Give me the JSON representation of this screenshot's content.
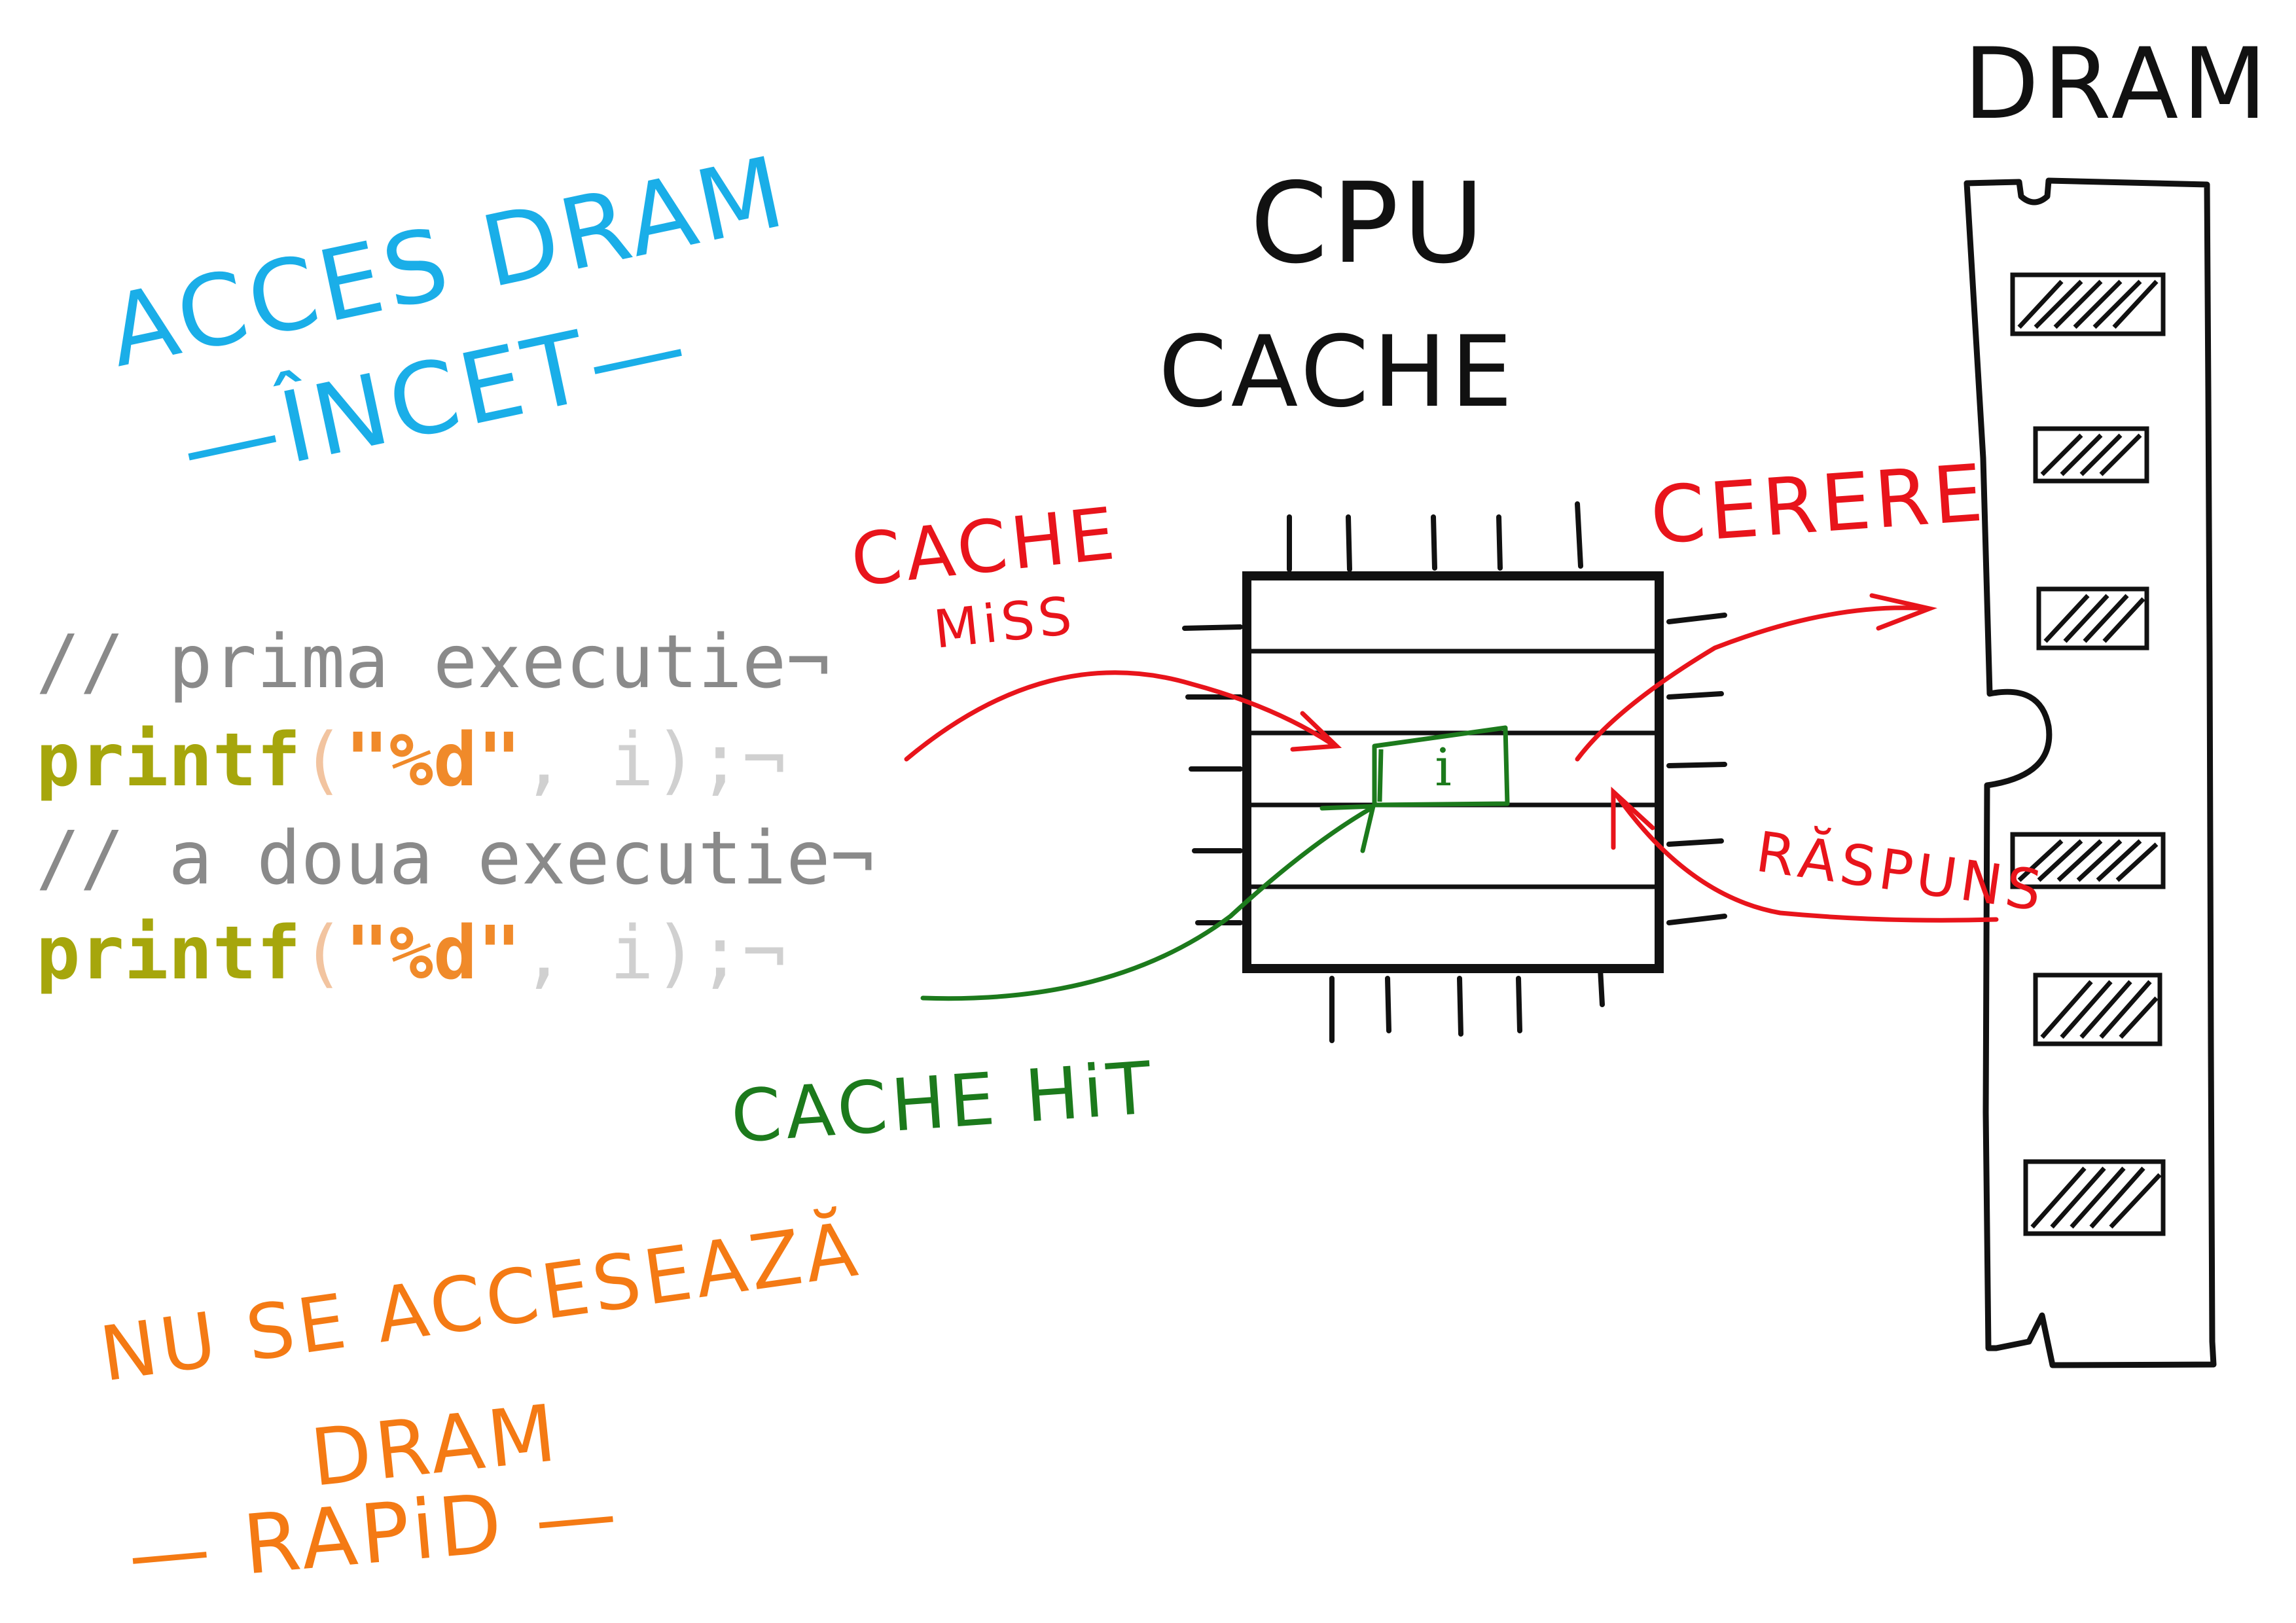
{
  "labels": {
    "dram_title": "DRAM",
    "cpu": "CPU",
    "cache": "CACHE",
    "cache_miss_line1": "CACHE",
    "cache_miss_line2": "MiSS",
    "cerere": "CERERE",
    "raspuns": "RĂSPUNS",
    "cache_hit": "CACHE HiT",
    "cache_line_var": "i"
  },
  "notes": {
    "slow_line1": "ACCES DRAM",
    "slow_line2": "—ÎNCET—",
    "fast_line1": "NU SE ACCESEAZĂ",
    "fast_line2": "DRAM",
    "fast_line3": "— RAPiD —"
  },
  "code": {
    "comment1": "// prima executie¬",
    "call1_fn": "printf",
    "call1_open": "(",
    "call1_fmt": "\"%d\"",
    "call1_rest": ", i);¬",
    "comment2": "// a doua executie¬",
    "call2_fn": "printf",
    "call2_open": "(",
    "call2_fmt": "\"%d\"",
    "call2_rest": ", i);¬"
  },
  "colors": {
    "ink": "#111111",
    "miss": "#e8141b",
    "hit": "#1c7a1c",
    "slow": "#1aaee8",
    "fast": "#f47a14",
    "comment": "#8a8a8a",
    "keyword": "#a6a60c",
    "string": "#f08a2a",
    "paren": "#f2c4a0",
    "punct": "#d0d0d0"
  }
}
